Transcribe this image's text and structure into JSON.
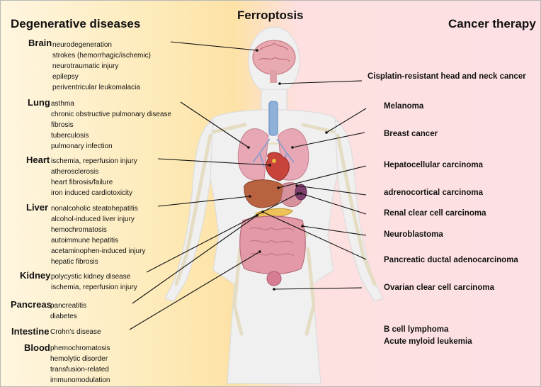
{
  "title": "Ferroptosis",
  "left_heading": "Degenerative diseases",
  "right_heading": "Cancer therapy",
  "organs": [
    {
      "name": "Brain",
      "diseases": [
        "neurodegeneration",
        "strokes (hemorrhagic/ischemic)",
        "neurotraumatic injury",
        "epilepsy",
        "periventricular leukomalacia"
      ]
    },
    {
      "name": "Lung",
      "diseases": [
        "asthma",
        "chronic obstructive pulmonary disease",
        "fibrosis",
        "tuberculosis",
        "pulmonary infection"
      ]
    },
    {
      "name": "Heart",
      "diseases": [
        "ischemia, reperfusion injury",
        "atherosclerosis",
        "heart fibrosis/failure",
        "iron induced cardiotoxicity"
      ]
    },
    {
      "name": "Liver",
      "diseases": [
        "nonalcoholic steatohepatitis",
        "alcohol-induced liver injury",
        "hemochromatosis",
        "autoimmune hepatitis",
        "acetaminophen-induced injury",
        "hepatic fibrosis"
      ]
    },
    {
      "name": "Kidney",
      "diseases": [
        "polycystic kidney disease",
        "ischemia, reperfusion injury"
      ]
    },
    {
      "name": "Pancreas",
      "diseases": [
        "pancreatitis",
        "diabetes"
      ]
    },
    {
      "name": "Intestine",
      "diseases": [
        "Crohn’s disease"
      ]
    },
    {
      "name": "Blood",
      "diseases": [
        "phemochromatosis",
        "hemolytic disorder",
        "transfusion-related",
        "immunomodulation"
      ]
    }
  ],
  "cancers": [
    "Cisplatin-resistant head and neck cancer",
    "Melanoma",
    "Breast cancer",
    "Hepatocellular carcinoma",
    "adrenocortical carcinoma",
    "Renal clear cell carcinoma",
    "Neuroblastoma",
    "Pancreatic ductal adenocarcinoma",
    "Ovarian clear cell carcinoma",
    "B cell lymphoma",
    "Acute myloid leukemia"
  ]
}
